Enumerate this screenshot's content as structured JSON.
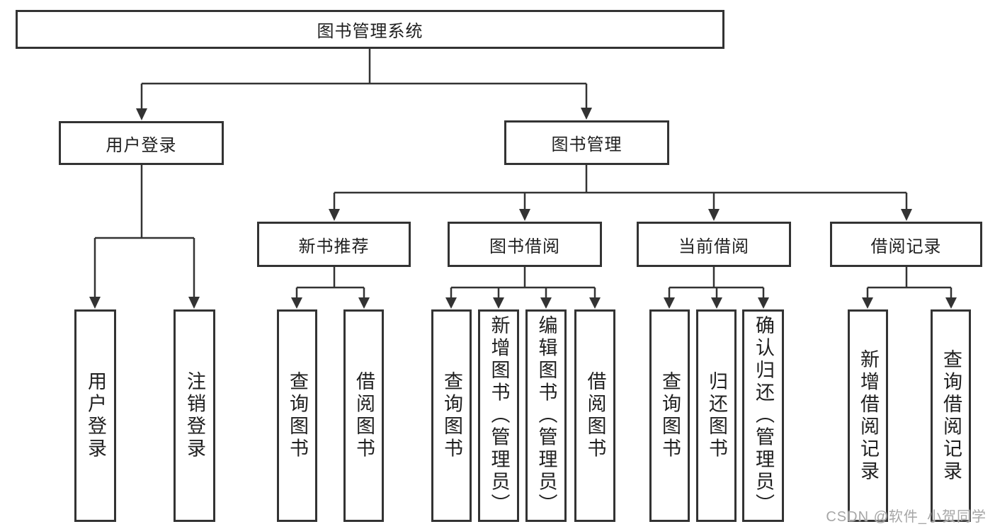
{
  "tree": {
    "label": "图书管理系统",
    "children": [
      {
        "label": "用户登录",
        "children": [
          {
            "label": "用户登录"
          },
          {
            "label": "注销登录"
          }
        ]
      },
      {
        "label": "图书管理",
        "children": [
          {
            "label": "新书推荐",
            "children": [
              {
                "label": "查询图书"
              },
              {
                "label": "借阅图书"
              }
            ]
          },
          {
            "label": "图书借阅",
            "children": [
              {
                "label": "查询图书"
              },
              {
                "label": "新增图书（管理员）"
              },
              {
                "label": "编辑图书（管理员）"
              },
              {
                "label": "借阅图书"
              }
            ]
          },
          {
            "label": "当前借阅",
            "children": [
              {
                "label": "查询图书"
              },
              {
                "label": "归还图书"
              },
              {
                "label": "确认归还（管理员）"
              }
            ]
          },
          {
            "label": "借阅记录",
            "children": [
              {
                "label": "新增借阅记录"
              },
              {
                "label": "查询借阅记录"
              }
            ]
          }
        ]
      }
    ]
  },
  "watermark": {
    "text": "CSDN @软件_小贺同学"
  },
  "colors": {
    "line": "#333333",
    "text": "#1f1f1f",
    "background": "#ffffff",
    "watermark": "#a6a6a6"
  }
}
